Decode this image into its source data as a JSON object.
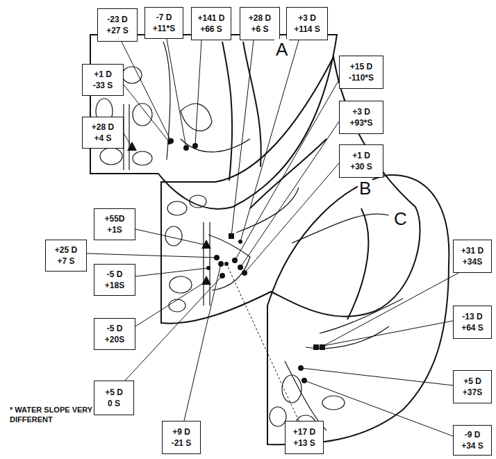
{
  "diagram": {
    "nodes": [
      {
        "text": [
          "-23 D",
          "+27 S"
        ]
      },
      {
        "text": [
          "-7 D",
          "+11*S"
        ]
      },
      {
        "text": [
          "+141 D",
          "+66 S"
        ]
      },
      {
        "text": [
          "+28 D",
          "+6 S"
        ]
      },
      {
        "text": [
          "+3 D",
          "+114 S"
        ]
      },
      {
        "text": [
          "+1 D",
          "-33 S"
        ]
      },
      {
        "text": [
          "+15 D",
          "-110*S"
        ]
      },
      {
        "text": [
          "+28 D",
          "+4 S"
        ]
      },
      {
        "text": [
          "+3 D",
          "+93*S"
        ]
      },
      {
        "text": [
          "+1 D",
          "+30 S"
        ]
      },
      {
        "text": [
          "+55D",
          "+1S"
        ]
      },
      {
        "text": [
          "+25 D",
          "+7 S"
        ]
      },
      {
        "text": [
          "-5 D",
          "+18S"
        ]
      },
      {
        "text": [
          "+31 D",
          "+34S"
        ]
      },
      {
        "text": [
          "-13 D",
          "+64 S"
        ]
      },
      {
        "text": [
          "-5 D",
          "+20S"
        ]
      },
      {
        "text": [
          "+5 D",
          "+37S"
        ]
      },
      {
        "text": [
          "+5 D",
          "0 S"
        ]
      },
      {
        "text": [
          "-9 D",
          "+34 S"
        ]
      },
      {
        "text": [
          "+9 D",
          "-21 S"
        ]
      },
      {
        "text": [
          "+17 D",
          "+13 S"
        ]
      }
    ],
    "labels": [
      "A",
      "B",
      "C",
      "* WATER SLOPE VERY DIFFERENT"
    ]
  }
}
